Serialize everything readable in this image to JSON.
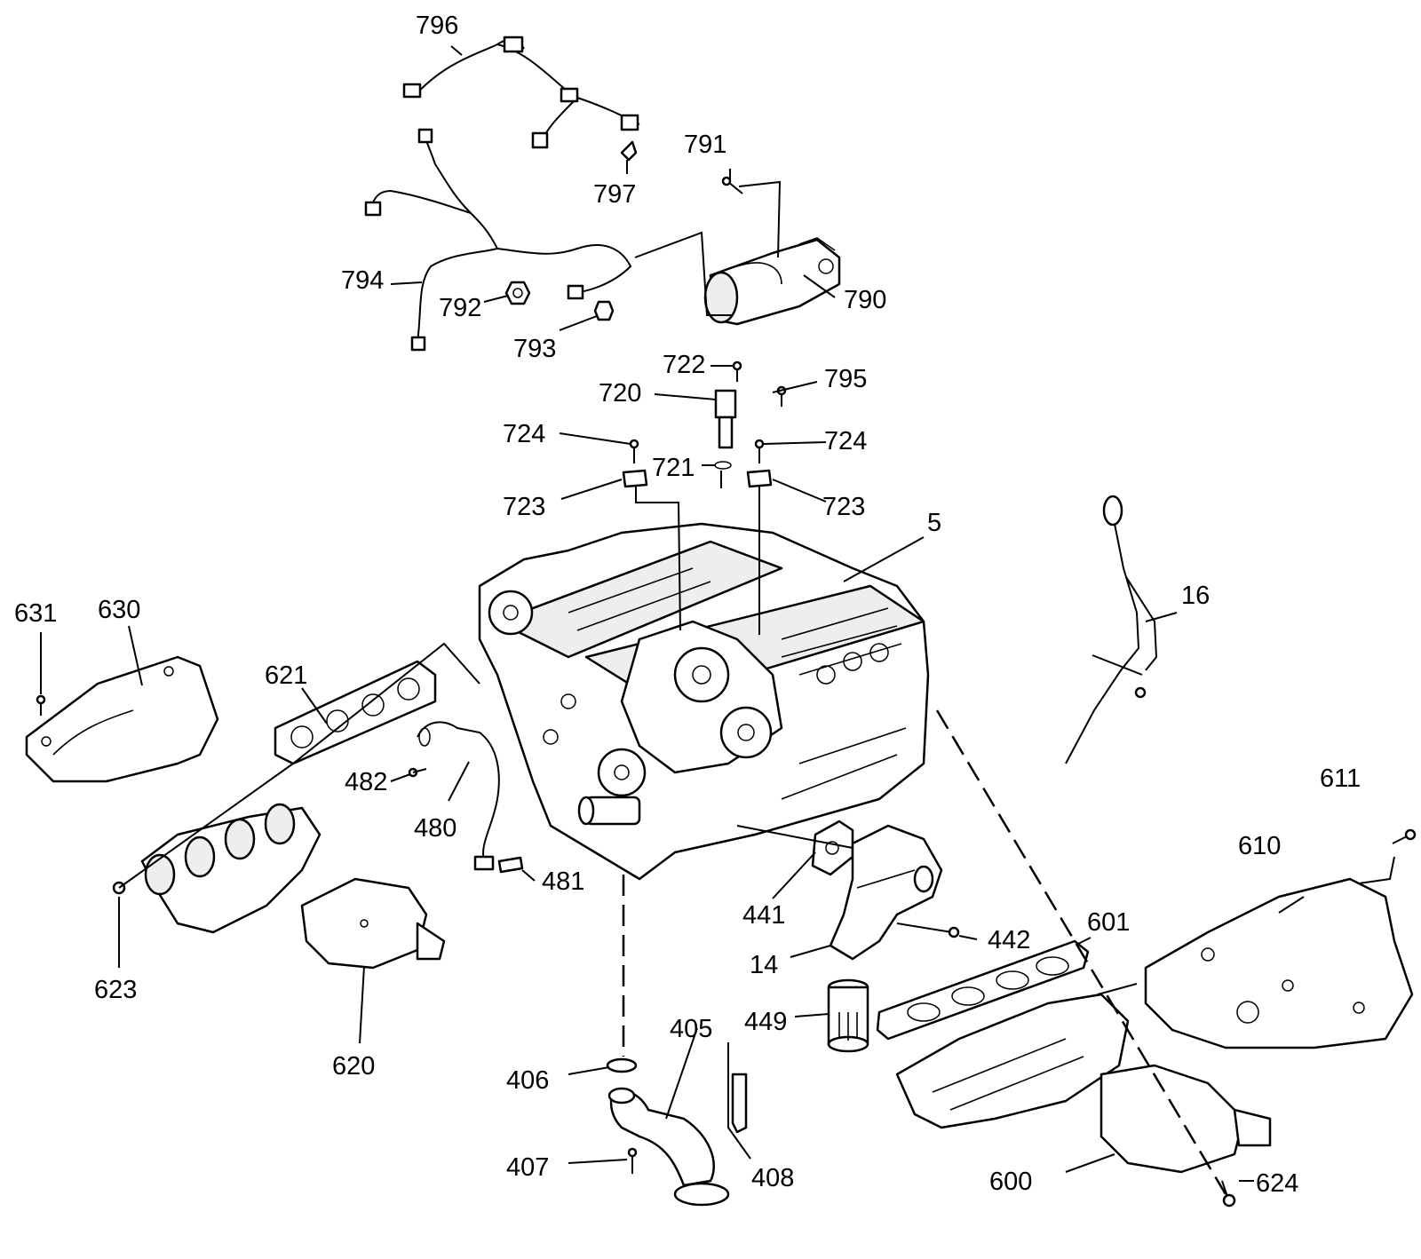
{
  "callouts": {
    "c796": "796",
    "c797": "797",
    "c791": "791",
    "c790": "790",
    "c794": "794",
    "c792": "792",
    "c793": "793",
    "c722": "722",
    "c720": "720",
    "c795": "795",
    "c724a": "724",
    "c724b": "724",
    "c721": "721",
    "c723a": "723",
    "c723b": "723",
    "c5": "5",
    "c631": "631",
    "c630": "630",
    "c621": "621",
    "c482": "482",
    "c480": "480",
    "c481": "481",
    "c623": "623",
    "c620": "620",
    "c16": "16",
    "c611": "611",
    "c610": "610",
    "c441": "441",
    "c442": "442",
    "c601": "601",
    "c14": "14",
    "c449": "449",
    "c405": "405",
    "c406": "406",
    "c407": "407",
    "c408": "408",
    "c600": "600",
    "c624": "624"
  }
}
